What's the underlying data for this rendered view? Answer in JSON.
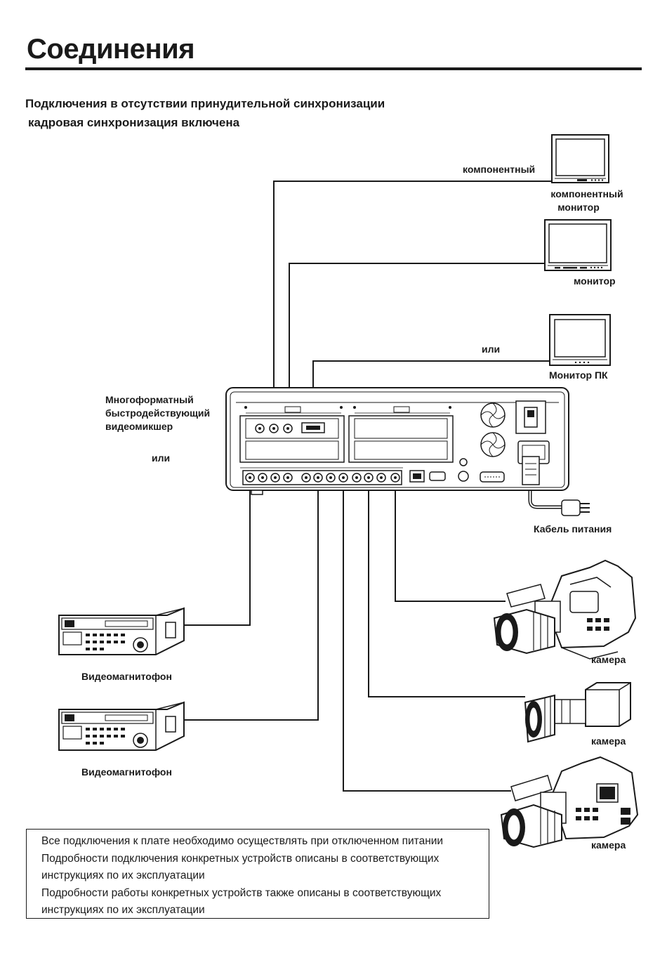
{
  "page": {
    "title": "Соединения",
    "subtitle_line1": "Подключения в отсутствии принудительной синхронизации",
    "subtitle_line2": "кадровая синхронизация включена"
  },
  "labels": {
    "component": "компонентный",
    "component_monitor_line1": "компонентный",
    "component_monitor_line2": "монитор",
    "monitor": "монитор",
    "or_top": "или",
    "pc_monitor": "Монитор ПК",
    "mixer_line1": "Многоформатный",
    "mixer_line2": "быстродействующий",
    "mixer_line3": "видеомикшер",
    "or_mixer": "или",
    "power_cable": "Кабель питания",
    "vtr1": "Видеомагнитофон",
    "vtr2": "Видеомагнитофон",
    "camera1": "камера",
    "camera2": "камера",
    "camera3": "камера"
  },
  "notes": [
    "Все подключения к плате необходимо осуществлять при отключенном питании",
    "Подробности подключения конкретных устройств описаны в соответствующих",
    "инструкциях по их эксплуатации",
    "Подробности работы конкретных устройств также описаны в соответствующих",
    "инструкциях по их эксплуатации"
  ]
}
